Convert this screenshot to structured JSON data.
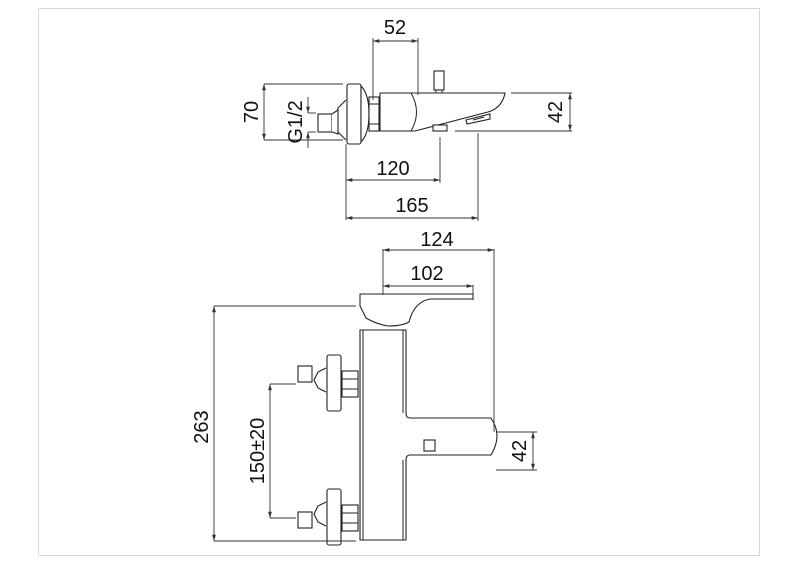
{
  "drawing": {
    "title": "Bath mixer technical drawing",
    "views": {
      "top_view": {
        "dimensions": {
          "d52": "52",
          "d70": "70",
          "thread": "G1/2",
          "d42": "42",
          "d120": "120",
          "d165": "165"
        }
      },
      "front_view": {
        "dimensions": {
          "d124": "124",
          "d102": "102",
          "d263": "263",
          "d150": "150±20",
          "d42": "42"
        }
      }
    },
    "colors": {
      "line": "#222222",
      "frame": "#d8d8d8",
      "background": "#ffffff"
    }
  }
}
